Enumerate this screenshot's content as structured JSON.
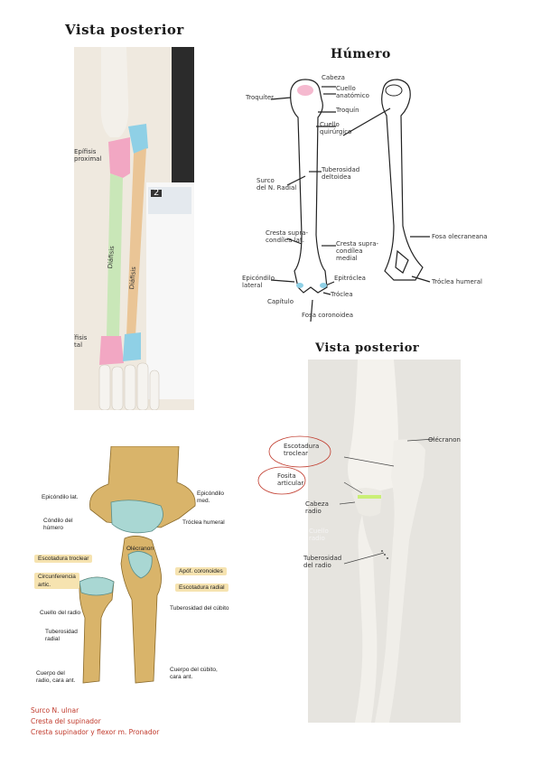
{
  "sections": {
    "title_top_left": "Vista posterior",
    "title_humerus": "Húmero",
    "title_bottom_right": "Vista posterior"
  },
  "photo1": {
    "epifisis_proximal": "Epífisis\nproximal",
    "diafisis_a": "Diáfisis",
    "diafisis_b": "Diáfisis",
    "epifisis_distal": "Epífisis\ndistal",
    "book_number": "2"
  },
  "humerus": {
    "cabeza": "Cabeza",
    "cuello_anatomico": "Cuello\nanatómico",
    "troquiter": "Troquíter",
    "troquin": "Troquín",
    "cuello_quirurgico": "Cuello\nquirúrgico",
    "tuberosidad_deltoidea": "Tuberosidad\ndeltoidea",
    "surco_radial": "Surco\ndel N. Radial",
    "cresta_supracondilea_lateral": "Cresta supra-\ncondílea lat.",
    "cresta_supracondilea_medial": "Cresta supra-\ncondílea\nmedial",
    "epicondilo_lateral": "Epicóndilo\nlateral",
    "epitroclea": "Epitróclea",
    "capitulo": "Capítulo",
    "troclea": "Tróclea",
    "fosa_coronoidea": "Fosa coronoidea",
    "fosa_olecraneana": "Fosa olecraneana",
    "troclea_humeral": "Tróclea humeral"
  },
  "atlas": {
    "epicondilo_lat": "Epicóndilo lat.",
    "epicondilo_med": "Epicóndilo\nmed.",
    "condilo_humero": "Cóndilo del\nhúmero",
    "troclea_humeral": "Tróclea humeral",
    "escotadura_troclear": "Escotadura troclear",
    "olecranon": "Olécranon",
    "circunferencia_artic": "Circunferencia\nartic.",
    "apof_coronoides": "Apóf. coronoides",
    "escotadura_radial": "Escotadura radial",
    "cuello_radio": "Cuello del radio",
    "tuberosidad_cubito": "Tuberosidad del cúbito",
    "tuberosidad_radial": "Tuberosidad\nradial",
    "cuerpo_radio": "Cuerpo del\nradio, cara ant.",
    "cuerpo_cubito": "Cuerpo del cúbito,\ncara ant."
  },
  "photo2": {
    "olecranon": "Olécranon",
    "escotadura_troclear": "Escotadura\ntroclear",
    "fosita_articular": "Fosita\narticular",
    "cabeza_radio": "Cabeza\nradio",
    "cuello_radio": "Cuello\nradio",
    "tuberosidad_radio": "Tuberosidad\ndel radio"
  },
  "notes": [
    "Surco N. ulnar",
    "Cresta del supinador",
    "Cresta supinador y flexor m. Pronador"
  ],
  "colors": {
    "epiphysis_pink": "#f2a7c3",
    "shaft_green": "#c9e7b8",
    "epiphysis_blue": "#8fd0e6",
    "atlas_bone": "#d9b46a",
    "atlas_cartilage": "#a9d7d3",
    "label_box": "#f6e3b0",
    "note_red": "#c0392b"
  }
}
